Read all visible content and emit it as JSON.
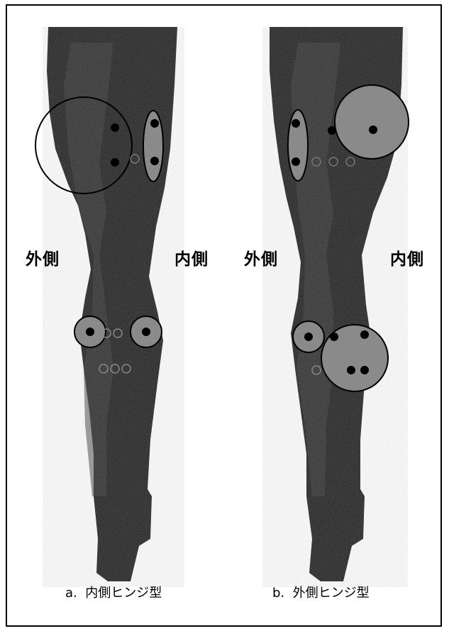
{
  "panel_a": {
    "left_label": "外側",
    "right_label": "内側",
    "caption": "a.  内側ヒンジ型"
  },
  "panel_b": {
    "left_label": "外側",
    "right_label": "内側",
    "caption": "b.  外側ヒンジ型"
  },
  "colors": {
    "leg": "#1e1e1e",
    "leg_highlight": "#3a3a3a",
    "pad_fill": "#8a8a8a",
    "outline": "#000000",
    "dot": "#000000"
  }
}
